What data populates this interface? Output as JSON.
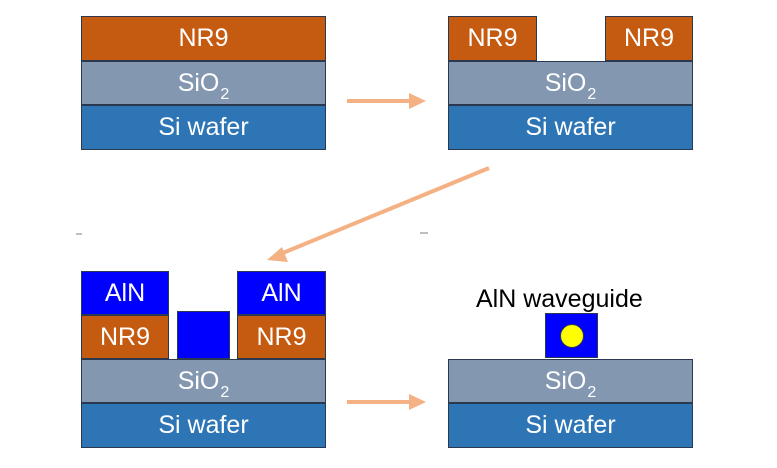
{
  "labels": {
    "nr9": "NR9",
    "sio2_main": "SiO",
    "sio2_sub": "2",
    "si_wafer": "Si wafer",
    "aln": "AlN",
    "aln_waveguide": "AlN waveguide"
  },
  "colors": {
    "nr9": "#c55a11",
    "sio2": "#8497b0",
    "si_wafer": "#2e75b6",
    "aln": "#0000ff",
    "waveguide_core": "#ffff00",
    "arrow": "#f4b183"
  },
  "steps": [
    {
      "name": "initial-stack",
      "layers": [
        "NR9",
        "SiO2",
        "Si wafer"
      ]
    },
    {
      "name": "patterned-resist",
      "layers": [
        "NR9",
        "NR9",
        "SiO2",
        "Si wafer"
      ]
    },
    {
      "name": "aln-deposited",
      "layers": [
        "AlN",
        "AlN",
        "NR9",
        "NR9",
        "AlN",
        "SiO2",
        "Si wafer"
      ]
    },
    {
      "name": "waveguide-final",
      "layers": [
        "AlN waveguide",
        "SiO2",
        "Si wafer"
      ]
    }
  ],
  "icons": [
    "arrow-right-icon",
    "arrow-diagonal-icon",
    "arrow-right-icon"
  ]
}
